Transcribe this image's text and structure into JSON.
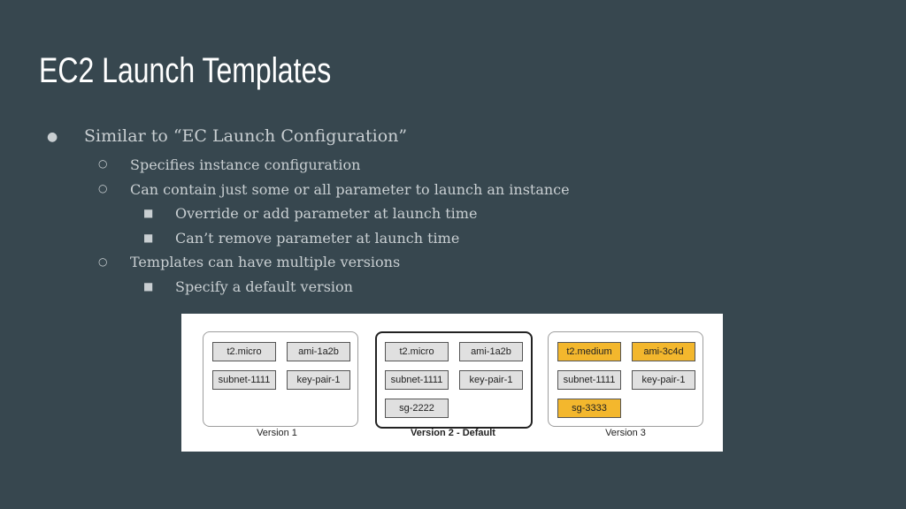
{
  "slide": {
    "title": "EC2 Launch Templates",
    "bullets": [
      {
        "marker": "●",
        "text": "Similar to “EC Launch Configuration”"
      },
      {
        "marker": "○",
        "text": "Specifies instance configuration"
      },
      {
        "marker": "○",
        "text": "Can contain just some or all parameter to launch an instance"
      },
      {
        "marker": "■",
        "text": "Override or add parameter at launch time"
      },
      {
        "marker": "■",
        "text": "Can’t remove parameter at launch time"
      },
      {
        "marker": "○",
        "text": "Templates can have multiple versions"
      },
      {
        "marker": "■",
        "text": "Specify a default version"
      }
    ]
  },
  "diagram": {
    "versions": [
      {
        "label": "Version 1",
        "chips": [
          "t2.micro",
          "ami-1a2b",
          "subnet-1111",
          "key-pair-1"
        ]
      },
      {
        "label": "Version 2 - Default",
        "chips": [
          "t2.micro",
          "ami-1a2b",
          "subnet-1111",
          "key-pair-1",
          "sg-2222"
        ]
      },
      {
        "label": "Version 3",
        "chips": [
          "t2.medium",
          "ami-3c4d",
          "subnet-1111",
          "key-pair-1",
          "sg-3333"
        ]
      }
    ],
    "colors": {
      "changed": "#f3b72d",
      "unchanged": "#e0e0e0"
    }
  }
}
